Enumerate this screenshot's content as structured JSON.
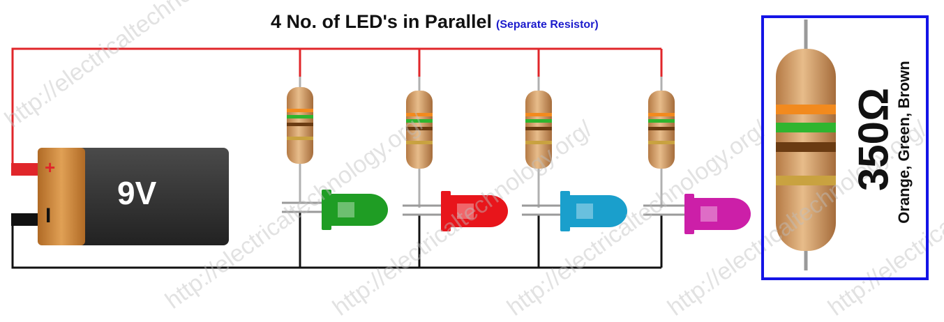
{
  "title": "4 No. of LED's in Parallel",
  "subtitle": "(Separate Resistor)",
  "battery": {
    "voltage": "9V",
    "positive": "+",
    "negative": "I"
  },
  "leds": [
    {
      "color": "#1f9d24"
    },
    {
      "color": "#e8151b"
    },
    {
      "color": "#1a9fcc"
    },
    {
      "color": "#cc1fa8"
    }
  ],
  "resistor_info": {
    "value": "350Ω",
    "bands": "Orange, Green, Brown"
  },
  "watermark": "http://electricaltechnology.org/"
}
